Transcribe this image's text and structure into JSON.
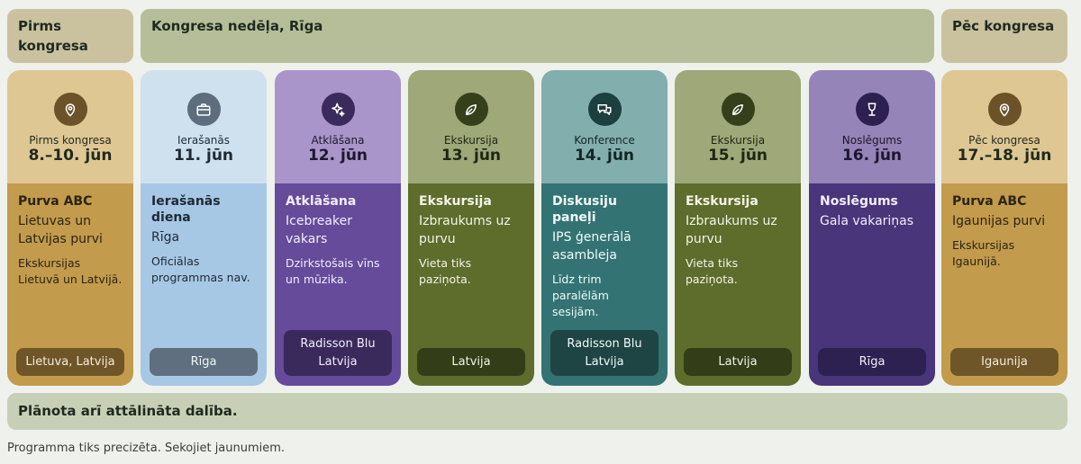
{
  "phases": {
    "pre": "Pirms kongresa",
    "week": "Kongresa nedēļa, Rīga",
    "post": "Pēc kongresa"
  },
  "days": [
    {
      "theme": "gold",
      "icon": "location-pin-icon",
      "label": "Pirms kongresa",
      "date": "8.–10. jūn",
      "title": "Purva ABC",
      "subtitle": "Lietuvas un Latvijas purvi",
      "note": "Ekskursijas Lietuvā un Latvijā.",
      "location": "Lietuva, Latvija"
    },
    {
      "theme": "blue",
      "icon": "briefcase-icon",
      "label": "Ierašanās",
      "date": "11. jūn",
      "title": "Ierašanās diena",
      "subtitle": "Rīga",
      "note": "Oficiālas programmas nav.",
      "location": "Rīga"
    },
    {
      "theme": "purple",
      "icon": "sparkle-icon",
      "label": "Atklāšana",
      "date": "12. jūn",
      "title": "Atklāšana",
      "subtitle": "Icebreaker vakars",
      "note": "Dzirkstošais vīns un mūzika.",
      "location": "Radisson Blu Latvija"
    },
    {
      "theme": "olive",
      "icon": "leaf-icon",
      "label": "Ekskursija",
      "date": "13. jūn",
      "title": "Ekskursija",
      "subtitle": "Izbraukums uz purvu",
      "note": "Vieta tiks paziņota.",
      "location": "Latvija"
    },
    {
      "theme": "teal",
      "icon": "chat-bubbles-icon",
      "label": "Konference",
      "date": "14. jūn",
      "title": "Diskusiju paneļi",
      "subtitle": "IPS ģenerālā asambleja",
      "note": "Līdz trim paralēlām sesijām.",
      "location": "Radisson Blu Latvija"
    },
    {
      "theme": "olive",
      "icon": "leaf-icon",
      "label": "Ekskursija",
      "date": "15. jūn",
      "title": "Ekskursija",
      "subtitle": "Izbraukums uz purvu",
      "note": "Vieta tiks paziņota.",
      "location": "Latvija"
    },
    {
      "theme": "violet",
      "icon": "wine-glass-icon",
      "label": "Noslēgums",
      "date": "16. jūn",
      "title": "Noslēgums",
      "subtitle": "Gala vakariņas",
      "note": "",
      "location": "Rīga"
    },
    {
      "theme": "gold",
      "icon": "location-pin-icon",
      "label": "Pēc kongresa",
      "date": "17.–18. jūn",
      "title": "Purva ABC",
      "subtitle": "Igaunijas purvi",
      "note": "Ekskursijas Igaunijā.",
      "location": "Igaunija"
    }
  ],
  "remote_banner": "Plānota arī attālināta dalība.",
  "footnote": "Programma tiks precizēta. Sekojiet jaunumiem."
}
